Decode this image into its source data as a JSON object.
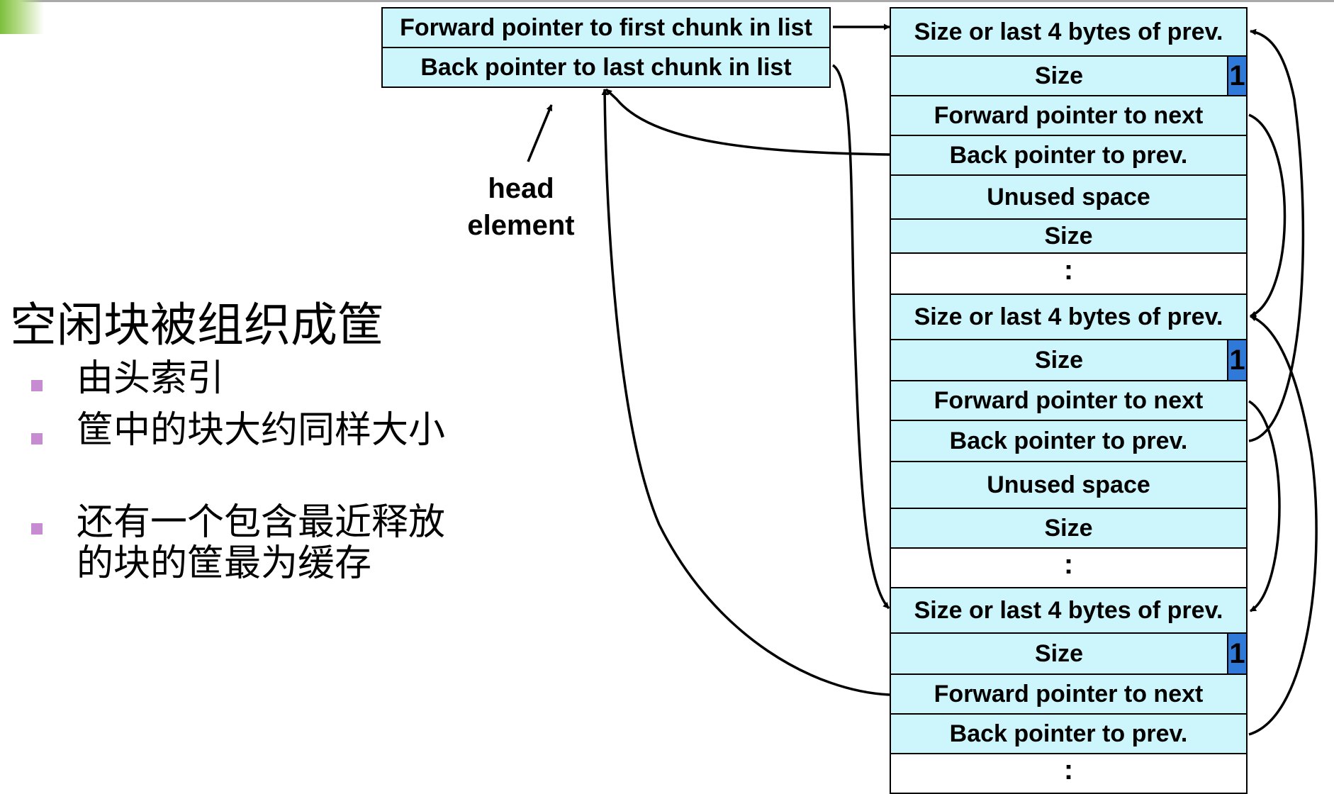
{
  "head_row_labels": {
    "forward": "Forward pointer to first chunk in list",
    "back": "Back pointer to last chunk in list"
  },
  "head_label": {
    "line1": "head",
    "line2": "element"
  },
  "chunk_labels": {
    "size_or_prev": "Size or last 4 bytes of prev.",
    "size": "Size",
    "flag": "1",
    "fwd_next": "Forward pointer to next",
    "back_prev": "Back pointer to prev.",
    "unused": "Unused space",
    "dots": ":"
  },
  "left_text": {
    "title": "空闲块被组织成筐",
    "bullets": [
      "由头索引",
      "筐中的块大约同样大小",
      "还有一个包含最近释放的块的筐最为缓存"
    ]
  },
  "colors": {
    "cell_fill": "#ccf5fc",
    "flag_fill": "#2f7ad9",
    "bullet": "#c68bd1",
    "accent_green": "#7dbf3c"
  }
}
